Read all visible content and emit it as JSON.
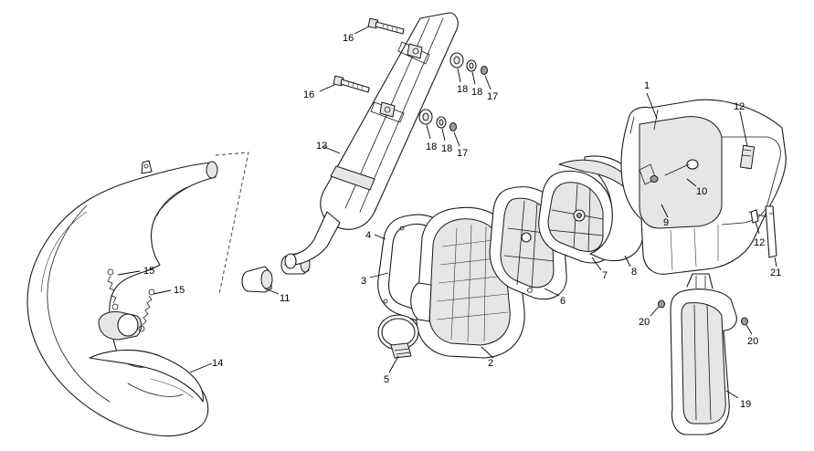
{
  "callouts": {
    "c1": "1",
    "c2": "2",
    "c3": "3",
    "c4": "4",
    "c5": "5",
    "c6": "6",
    "c7": "7",
    "c8": "8",
    "c9": "9",
    "c10": "10",
    "c11": "11",
    "c12a": "12",
    "c12b": "12",
    "c13": "13",
    "c14": "14",
    "c15a": "15",
    "c15b": "15",
    "c16a": "16",
    "c16b": "16",
    "c17a": "17",
    "c17b": "17",
    "c18a": "18",
    "c18b": "18",
    "c18c": "18",
    "c18d": "18",
    "c19": "19",
    "c20a": "20",
    "c20b": "20",
    "c21": "21"
  }
}
